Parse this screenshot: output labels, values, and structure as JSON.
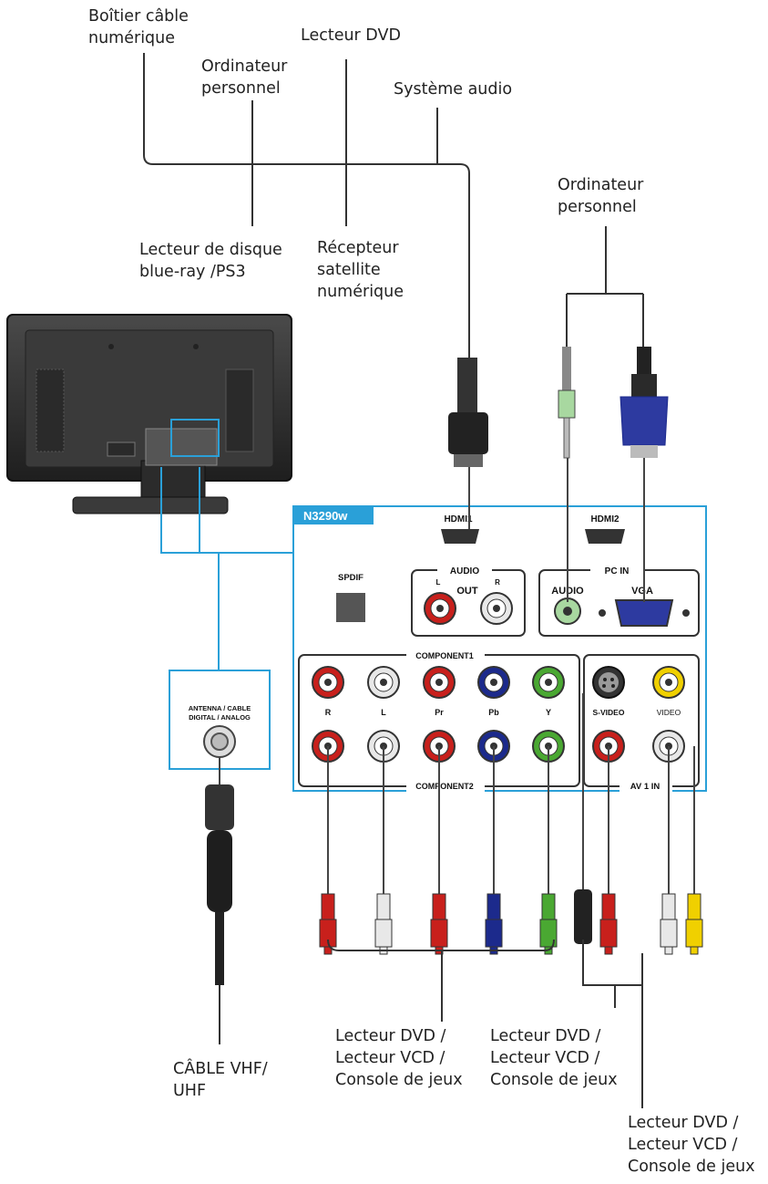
{
  "labels": {
    "cable_box": "Boîtier câble\nnumérique",
    "dvd_top": "Lecteur DVD",
    "pc_top": "Ordinateur\npersonnel",
    "audio_system": "Système audio",
    "bluray": "Lecteur de disque\nblue-ray /PS3",
    "satellite": "Récepteur\nsatellite\nnumérique",
    "pc_right": "Ordinateur\npersonnel",
    "cable_vhf": "CÂBLE VHF/\nUHF",
    "dvd_group1": "Lecteur DVD /\nLecteur VCD /\nConsole de jeux",
    "dvd_group2": "Lecteur DVD /\nLecteur VCD /\nConsole de jeux",
    "dvd_group3": "Lecteur DVD /\nLecteur VCD /\nConsole de jeux"
  },
  "panel": {
    "model": "N3290w",
    "hdmi1": "HDMI1",
    "hdmi2": "HDMI2",
    "spdif": "SPDIF",
    "audio_out_title": "AUDIO",
    "audio_out_sub": "OUT",
    "l": "L",
    "r": "R",
    "pc_in": "PC IN",
    "pc_audio": "AUDIO",
    "vga": "VGA",
    "component1": "COMPONENT1",
    "component2": "COMPONENT2",
    "comp_labels": [
      "R",
      "L",
      "Pr",
      "Pb",
      "Y"
    ],
    "svideo": "S-VIDEO",
    "video": "VIDEO",
    "av1": "AV 1 IN",
    "antenna_line1": "ANTENNA / CABLE",
    "antenna_line2": "DIGITAL / ANALOG"
  },
  "colors": {
    "accent": "#2aa0d8",
    "red": "#c8201c",
    "white": "#e8e8e8",
    "blue": "#1c2a8c",
    "green": "#4aa832",
    "yellow": "#f0d000",
    "panel_border": "#333333"
  }
}
